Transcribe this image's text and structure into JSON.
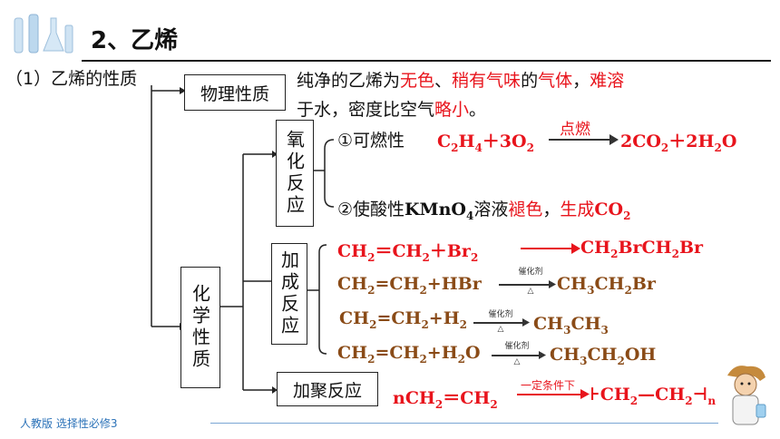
{
  "header": {
    "title": "2、乙烯"
  },
  "section": {
    "label": "（1）乙烯的性质"
  },
  "branches": {
    "physical": "物理性质",
    "chemical": "化学性质",
    "oxidation": "氧化反应",
    "addition": "加成反应",
    "polymerization": "加聚反应"
  },
  "physical_desc": {
    "p1": "纯净的乙烯为",
    "p2": "无色",
    "p3": "、",
    "p4": "稍有气味",
    "p5": "的",
    "p6": "气体",
    "p7": "，",
    "p8": "难溶",
    "p9": "于水，密度比空气",
    "p10": "略小",
    "p11": "。"
  },
  "oxidation": {
    "item1_label": "①可燃性",
    "item1_condition": "点燃",
    "item2_prefix": "②使酸性",
    "item2_mid": "溶液",
    "item2_fade": "褪色",
    "item2_comma": "，",
    "item2_generate": "生成"
  },
  "addition": {
    "catalyst": "催化剂",
    "heat": "△"
  },
  "polymerization": {
    "condition": "一定条件下"
  },
  "footer": {
    "text": "人教版 选择性必修3"
  }
}
